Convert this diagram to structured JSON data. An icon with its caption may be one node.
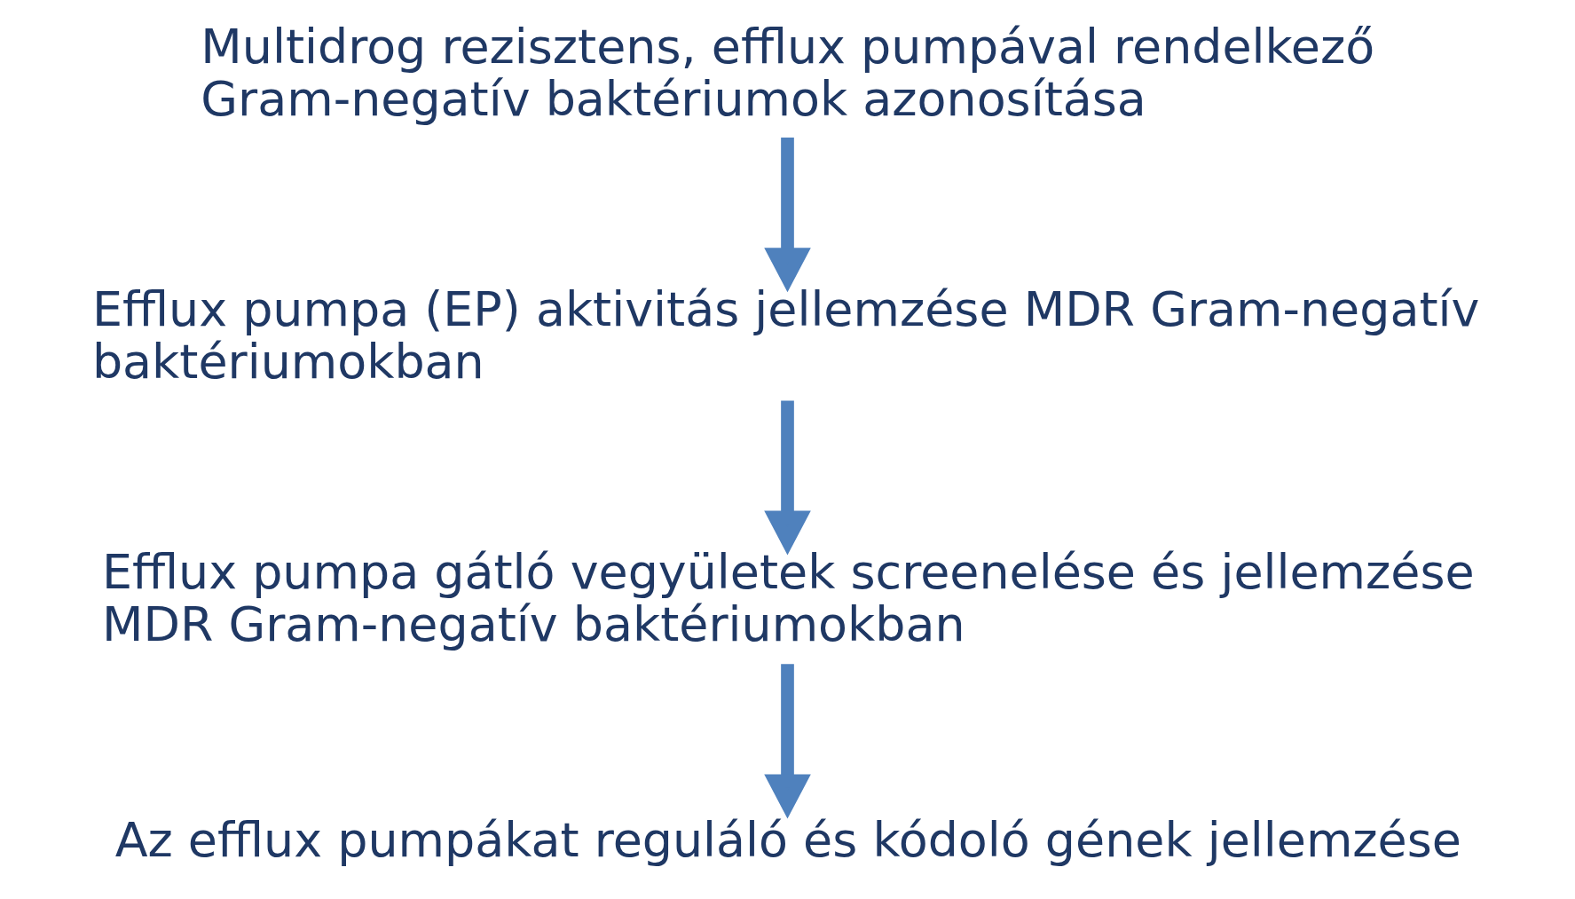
{
  "diagram": {
    "nodes": [
      {
        "text": [
          "Multidrog rezisztens, efflux pumpával rendelkező Gram-negatív baktériumok azonosítása"
        ]
      },
      {
        "text": [
          "Efflux pumpa (EP) aktivitás jellemzése MDR Gram-negatív baktériumokban"
        ]
      },
      {
        "text": [
          "Efflux pumpa gátló vegyületek screenelése és jellemzése MDR Gram-negatív baktériumokban"
        ]
      },
      {
        "text": [
          "Az efflux pumpákat reguláló és kódoló gének jellemzése"
        ]
      }
    ],
    "edges": [
      {
        "from": 0,
        "to": 1,
        "arrow": "to"
      },
      {
        "from": 1,
        "to": 2,
        "arrow": "to"
      },
      {
        "from": 2,
        "to": 3,
        "arrow": "to"
      }
    ]
  }
}
